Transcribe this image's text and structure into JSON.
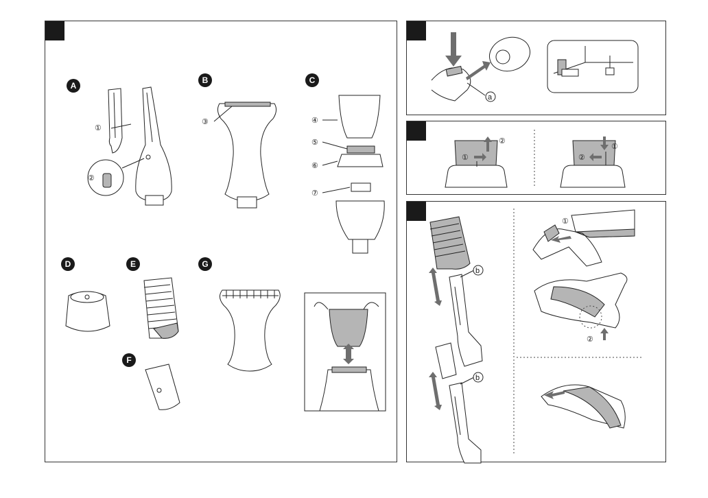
{
  "page": {
    "background": "#ffffff",
    "line_color": "#222222",
    "shade_color": "#b5b5b5",
    "arrow_color": "#6e6e6e"
  },
  "parts": {
    "label_a": "A",
    "label_b": "B",
    "label_c": "C",
    "label_d": "D",
    "label_e": "E",
    "label_f": "F",
    "label_g": "G",
    "callouts": [
      "①",
      "②",
      "③",
      "④",
      "⑤",
      "⑥",
      "⑦"
    ]
  },
  "steps": {
    "blade_callout": "a",
    "lock_first": "①",
    "lock_second": "②",
    "unlock_first": "①",
    "unlock_second": "②",
    "comb_callout_top": "b",
    "comb_callout_bottom": "b",
    "clean_first": "①",
    "clean_second": "②"
  },
  "icons": [
    "blade-icon",
    "trimmer-icon",
    "comb-icon",
    "cap-icon",
    "brush-icon",
    "oil-icon",
    "arrow-icon"
  ]
}
